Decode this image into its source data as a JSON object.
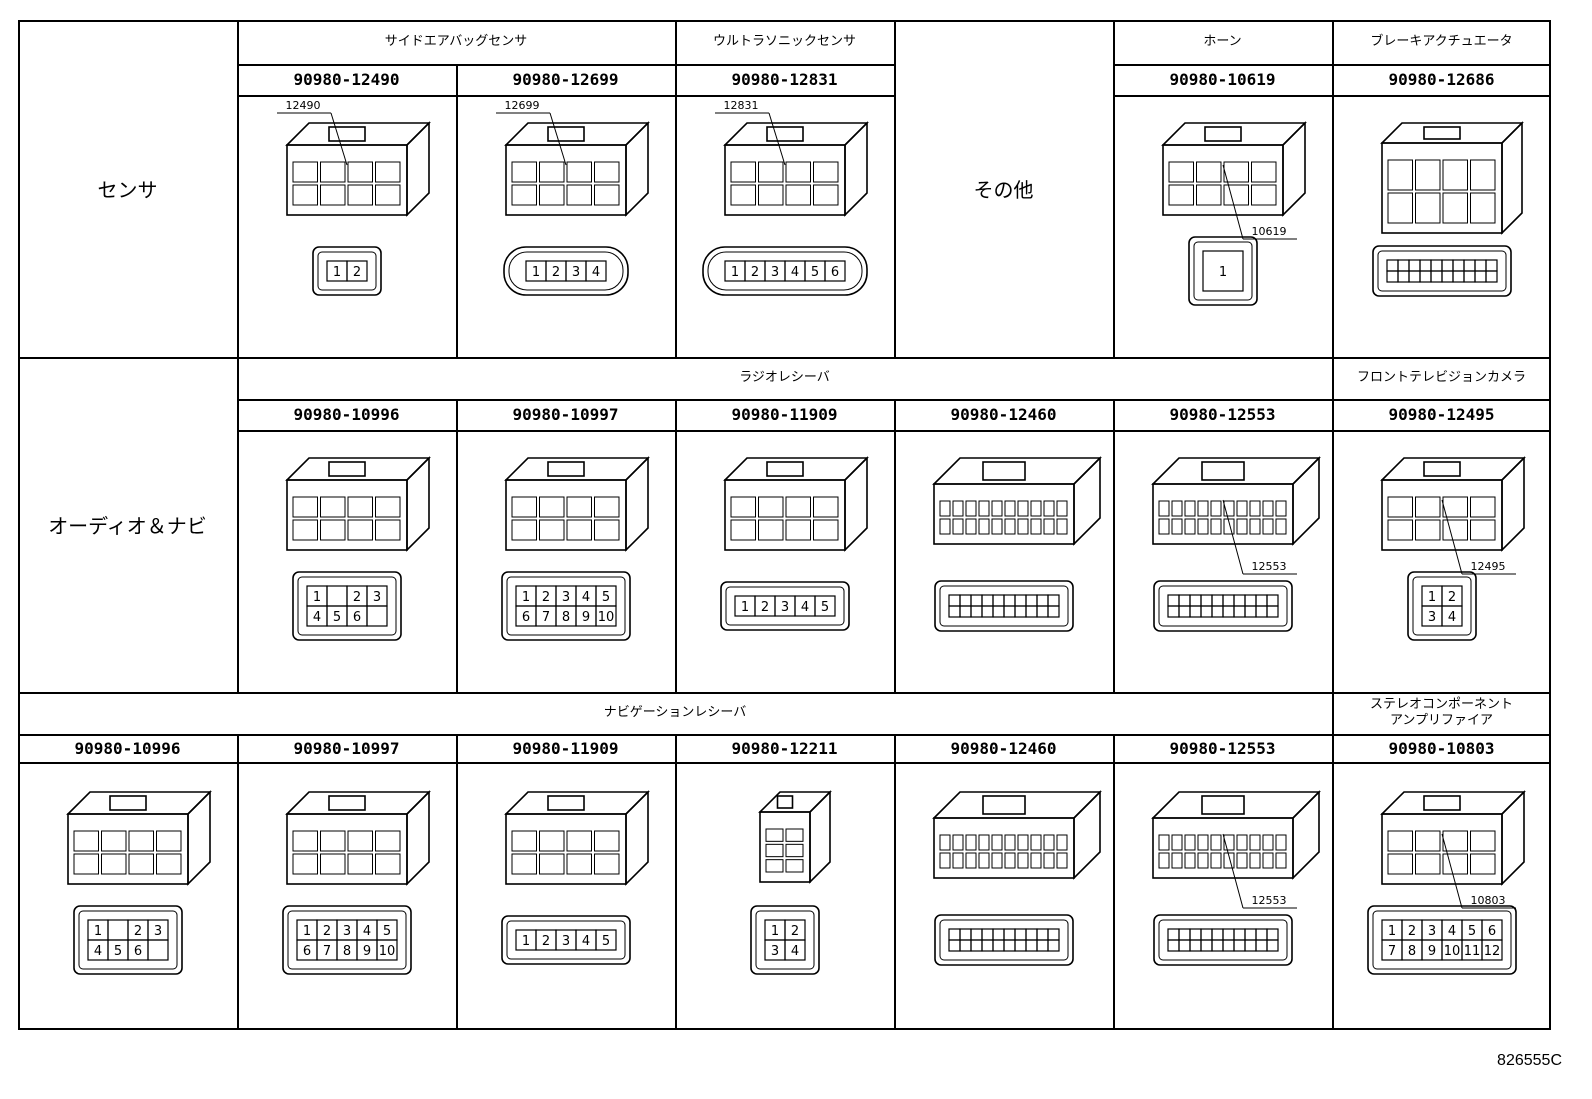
{
  "sections": [
    {
      "group": "センサ",
      "categories": [
        {
          "col": 1,
          "span": 2,
          "label": "サイドエアバッグセンサ"
        },
        {
          "col": 3,
          "span": 1,
          "label": "ウルトラソニックセンサ"
        },
        {
          "col": 5,
          "span": 1,
          "label": "ホーン"
        },
        {
          "col": 6,
          "span": 1,
          "label": "ブレーキアクチュエータ"
        }
      ],
      "other_label": "その他",
      "parts": [
        {
          "col": 1,
          "pn": "90980-12490",
          "callout": "12490",
          "face": [
            "1",
            "2"
          ],
          "shape": "sq"
        },
        {
          "col": 2,
          "pn": "90980-12699",
          "callout": "12699",
          "face": [
            "1",
            "2",
            "3",
            "4"
          ],
          "shape": "oval"
        },
        {
          "col": 3,
          "pn": "90980-12831",
          "callout": "12831",
          "face": [
            "1",
            "2",
            "3",
            "4",
            "5",
            "6"
          ],
          "shape": "oval"
        },
        {
          "col": 5,
          "pn": "90980-10619",
          "callout": "10619",
          "face": [
            "1"
          ],
          "shape": "tab"
        },
        {
          "col": 6,
          "pn": "90980-12686",
          "callout": "",
          "face": [],
          "shape": "big"
        }
      ]
    },
    {
      "group": "オーディオ＆ナビ",
      "categories": [
        {
          "col": 1,
          "span": 5,
          "label": "ラジオレシーバ"
        },
        {
          "col": 6,
          "span": 1,
          "label": "フロントテレビジョンカメラ"
        }
      ],
      "parts": [
        {
          "col": 1,
          "pn": "90980-10996",
          "callout": "",
          "face": [
            "1",
            "",
            "2",
            "3",
            "4",
            "5",
            "6"
          ],
          "shape": "rect6"
        },
        {
          "col": 2,
          "pn": "90980-10997",
          "callout": "",
          "face": [
            "1",
            "2",
            "3",
            "4",
            "5",
            "6",
            "7",
            "8",
            "9",
            "10"
          ],
          "shape": "rect10"
        },
        {
          "col": 3,
          "pn": "90980-11909",
          "callout": "",
          "face": [
            "1",
            "2",
            "3",
            "4",
            "5"
          ],
          "shape": "row5"
        },
        {
          "col": 4,
          "pn": "90980-12460",
          "callout": "",
          "face": [],
          "shape": "wide"
        },
        {
          "col": 5,
          "pn": "90980-12553",
          "callout": "12553",
          "face": [],
          "shape": "wide2"
        },
        {
          "col": 6,
          "pn": "90980-12495",
          "callout": "12495",
          "face": [
            "1",
            "2",
            "3",
            "4"
          ],
          "shape": "quad"
        }
      ]
    },
    {
      "group": "ナビゲーションレシーバ",
      "categories": [
        {
          "col": 0,
          "span": 6,
          "label": "ナビゲーションレシーバ"
        },
        {
          "col": 6,
          "span": 1,
          "label": "ステレオコンポーネント\nアンプリファイア"
        }
      ],
      "parts": [
        {
          "col": 0,
          "pn": "90980-10996",
          "callout": "",
          "face": [
            "1",
            "",
            "2",
            "3",
            "4",
            "5",
            "6"
          ],
          "shape": "rect6"
        },
        {
          "col": 1,
          "pn": "90980-10997",
          "callout": "",
          "face": [
            "1",
            "2",
            "3",
            "4",
            "5",
            "6",
            "7",
            "8",
            "9",
            "10"
          ],
          "shape": "rect10"
        },
        {
          "col": 2,
          "pn": "90980-11909",
          "callout": "",
          "face": [
            "1",
            "2",
            "3",
            "4",
            "5"
          ],
          "shape": "row5"
        },
        {
          "col": 3,
          "pn": "90980-12211",
          "callout": "",
          "face": [
            "1",
            "2",
            "3",
            "4"
          ],
          "shape": "tall"
        },
        {
          "col": 4,
          "pn": "90980-12460",
          "callout": "",
          "face": [],
          "shape": "wide"
        },
        {
          "col": 5,
          "pn": "90980-12553",
          "callout": "12553",
          "face": [],
          "shape": "wide2"
        },
        {
          "col": 6,
          "pn": "90980-10803",
          "callout": "10803",
          "face": [
            "1",
            "2",
            "3",
            "4",
            "5",
            "6",
            "7",
            "8",
            "9",
            "10",
            "11",
            "12"
          ],
          "shape": "rect12"
        }
      ]
    }
  ],
  "reference_code": "826555C"
}
